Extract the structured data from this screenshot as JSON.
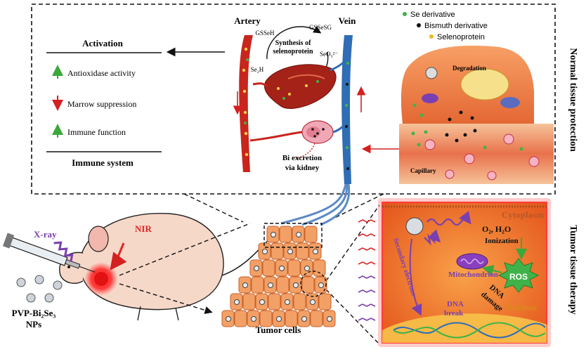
{
  "side_labels": {
    "normal": "Normal tissue protection",
    "tumor": "Tumor tissue therapy"
  },
  "immune_panel": {
    "heading": "Activation",
    "items": [
      {
        "arrow": "up",
        "color": "#3aa83a",
        "text": "Antioxidase activity"
      },
      {
        "arrow": "down",
        "color": "#d32020",
        "text": "Marrow suppression"
      },
      {
        "arrow": "up",
        "color": "#3aa83a",
        "text": "Immune function"
      }
    ],
    "footer": "Immune system"
  },
  "circulation": {
    "artery": "Artery",
    "vein": "Vein",
    "gssh": "GSSeH",
    "gsseg": "GSSeSG",
    "se2h": "Se₂H",
    "seo3": "SeO₃²⁻",
    "synthesis_line1": "Synthesis of",
    "synthesis_line2": "selenoprotein",
    "excretion_line1": "Bi excretion",
    "excretion_line2": "via kidney"
  },
  "legend": [
    {
      "label": "Se derivative",
      "color": "#3fb34a"
    },
    {
      "label": "Bismuth derivative",
      "color": "#111111"
    },
    {
      "label": "Selenoprotein",
      "color": "#f2b52b"
    }
  ],
  "cell_panel": {
    "degradation": "Degradation",
    "capillary": "Capillary"
  },
  "mouse_panel": {
    "xray": "X-ray",
    "nir": "NIR",
    "np_line1": "PVP-Bi₂Se₃",
    "np_line2": "NPs",
    "tumor_cells": "Tumor cells"
  },
  "tumor_panel": {
    "cytoplasm": "Cytoplasm",
    "o2h2o": "O₂, H₂O",
    "ionization": "Ionization",
    "ros": "ROS",
    "mitochondrion": "Mitochondrion",
    "secondary_electrons": "Secondary electrons",
    "dna_damage_1": "DNA",
    "dna_damage_2": "damage",
    "dna_break_1": "DNA",
    "dna_break_2": "break",
    "nucleus": "Nucleus"
  },
  "colors": {
    "artery": "#c8251d",
    "vein": "#2f6db5",
    "tumor_bg": "#f07a2a",
    "cell": "#f5a66b",
    "accent_red": "#e02424",
    "purple": "#7a3fb0",
    "green": "#3fb34a"
  }
}
